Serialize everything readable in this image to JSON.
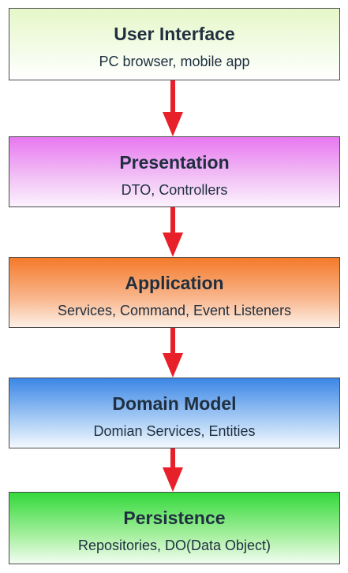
{
  "layers": [
    {
      "title": "User Interface",
      "subtitle": "PC browser, mobile app"
    },
    {
      "title": "Presentation",
      "subtitle": "DTO,  Controllers"
    },
    {
      "title": "Application",
      "subtitle": "Services, Command, Event Listeners"
    },
    {
      "title": "Domain Model",
      "subtitle": "Domian Services, Entities"
    },
    {
      "title": "Persistence",
      "subtitle": "Repositories, DO(Data Object)"
    }
  ],
  "colors": {
    "arrow": "#e8202a",
    "border": "#4a4a4a",
    "text": "#1f2f3f",
    "user_interface": "#e6f7c8",
    "presentation": "#e878f0",
    "application": "#f47a2a",
    "domain_model": "#3b86e6",
    "persistence": "#34d93c"
  }
}
